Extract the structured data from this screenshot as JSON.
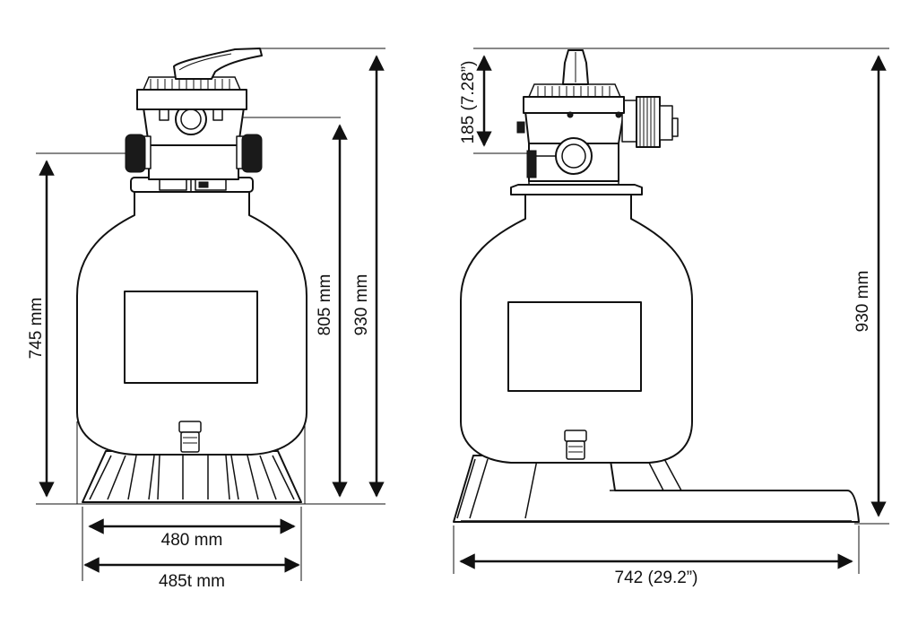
{
  "front_view": {
    "dim_height_tank": "745 mm",
    "dim_height_valve_outlet": "805 mm",
    "dim_height_total": "930 mm",
    "dim_width_inner": "480 mm",
    "dim_width_outer": "485t mm"
  },
  "side_view": {
    "dim_valve_height": "185 (7.28”)",
    "dim_height_total": "930 mm",
    "dim_length_base": "742 (29.2”)"
  },
  "colors": {
    "line": "#111111",
    "background": "#ffffff"
  }
}
